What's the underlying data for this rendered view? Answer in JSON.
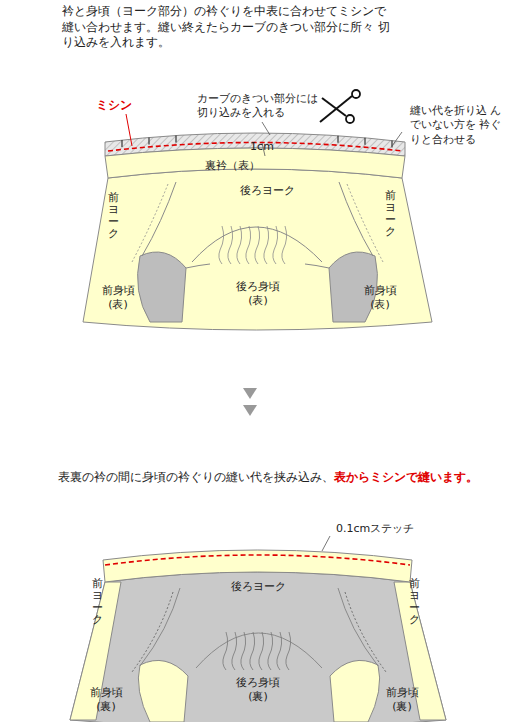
{
  "diagram": {
    "labels": [
      "衿と身頃（ヨーク部分）の衿ぐりを中表に合わせてミシンで 縫い合わせます。縫い終えたらカーブのきつい部分に所々 切り込みを入れます。",
      "ミシン",
      "カーブのきつい部分には 切り込みを入れる",
      "縫い代を折り込 んでいない方を 衿ぐりと合わせる",
      "1cm",
      "裏衿（表）",
      "後ろヨーク",
      "前ヨーク",
      "前ヨーク",
      "前身頃 (表)",
      "後ろ身頃 (表)",
      "前身頃 (表)",
      "表裏の衿の間に身頃の衿ぐりの縫い代を挟み込み、",
      "表からミシンで縫います。",
      "0.1cmステッチ",
      "前ヨーク",
      "後ろヨーク",
      "前ヨーク",
      "後ろ身頃 (裏)",
      "前身頃 (裏)",
      "前身頃 (裏)"
    ]
  }
}
